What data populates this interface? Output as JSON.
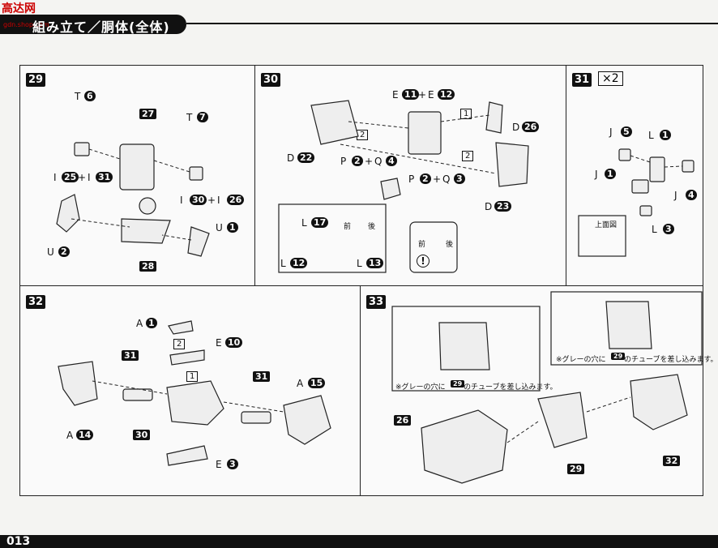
{
  "header": {
    "logo": "高达网",
    "logo_sub": "gdn.shop.com",
    "title": "組み立て／胴体(全体)"
  },
  "footer": {
    "page": "013"
  },
  "steps": {
    "s29": {
      "num": "29",
      "labels": [
        "T",
        "6",
        "27",
        "T",
        "7",
        "I",
        "25",
        "+",
        "I",
        "31",
        "I",
        "30",
        "+",
        "I",
        "26",
        "U",
        "2",
        "U",
        "1",
        "28"
      ]
    },
    "s30": {
      "num": "30",
      "labels": [
        "E",
        "11",
        "+",
        "E",
        "12",
        "1",
        "D",
        "26",
        "D",
        "22",
        "2",
        "P",
        "2",
        "+",
        "Q",
        "4",
        "2",
        "P",
        "2",
        "+",
        "Q",
        "3",
        "D",
        "23",
        "L",
        "17",
        "前",
        "後",
        "L",
        "12",
        "L",
        "13",
        "前",
        "後",
        "!"
      ]
    },
    "s31": {
      "num": "31",
      "mult": "×2",
      "labels": [
        "J",
        "5",
        "L",
        "1",
        "J",
        "1",
        "J",
        "4",
        "上面図",
        "L",
        "3"
      ]
    },
    "s32": {
      "num": "32",
      "labels": [
        "A",
        "1",
        "2",
        "E",
        "10",
        "31",
        "1",
        "31",
        "A",
        "15",
        "A",
        "14",
        "30",
        "E",
        "3"
      ]
    },
    "s33": {
      "num": "33",
      "note1": "※グレーの穴に",
      "note1_ref": "29",
      "note1_end": "のチューブを差し込みます。",
      "note2": "※グレーの穴に",
      "note2_ref": "29",
      "note2_end": "のチューブを差し込みます。",
      "labels": [
        "26",
        "29",
        "32"
      ]
    }
  }
}
